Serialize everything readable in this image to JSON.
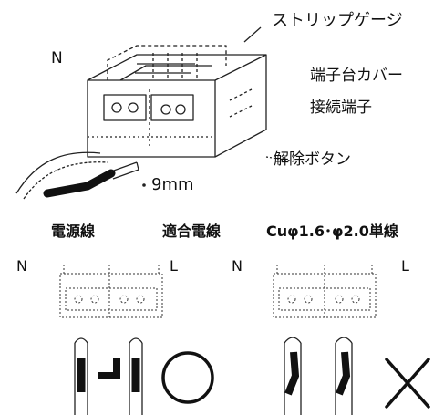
{
  "labels": {
    "strip_gauge": "ストリップゲージ",
    "terminal_cover": "端子台カバー",
    "connection_terminal": "接続端子",
    "release_button": "解除ボタン",
    "strip_length": "9mm",
    "neutral_top": "N",
    "power_wire": "電源線",
    "compatible_wire": "適合電線",
    "wire_spec": "Cuφ1.6･φ2.0単線",
    "neutral_left": "N",
    "line_left": "L",
    "neutral_right": "N",
    "line_right": "L"
  },
  "judgements": {
    "correct_symbol": "circle",
    "incorrect_symbol": "cross"
  },
  "colors": {
    "ink": "#111111",
    "background": "#ffffff"
  }
}
